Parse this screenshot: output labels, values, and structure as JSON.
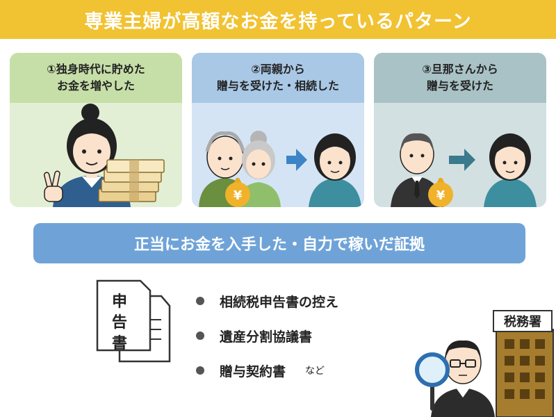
{
  "title": "専業主婦が高額なお金を持っているパターン",
  "cards": [
    {
      "line1": "①独身時代に貯めた",
      "line2": "お金を増やした"
    },
    {
      "line1": "②両親から",
      "line2": "贈与を受けた・相続した"
    },
    {
      "line1": "③旦那さんから",
      "line2": "贈与を受けた"
    }
  ],
  "evidence": "正当にお金を入手した・自力で稼いだ証拠",
  "document_icon_chars": [
    "申",
    "告",
    "書"
  ],
  "documents": [
    {
      "label": "相続税申告書の控え",
      "note": ""
    },
    {
      "label": "遺産分割協議書",
      "note": ""
    },
    {
      "label": "贈与契約書",
      "note": "など"
    }
  ],
  "tax_office": "税務署",
  "yen_symbol": "¥"
}
